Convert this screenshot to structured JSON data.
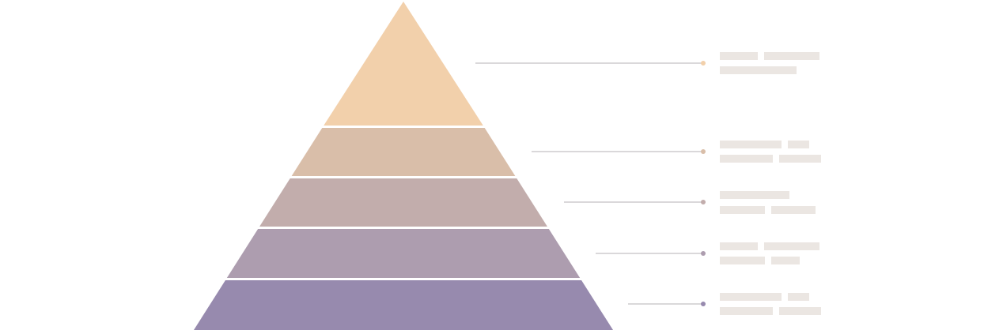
{
  "diagram": {
    "type": "pyramid",
    "tiers": [
      {
        "color": "#f2d0ab",
        "text_lines": 2
      },
      {
        "color": "#d9bea9",
        "text_lines": 2
      },
      {
        "color": "#c2adac",
        "text_lines": 2
      },
      {
        "color": "#ad9daf",
        "text_lines": 2
      },
      {
        "color": "#978aae",
        "text_lines": 2
      }
    ],
    "separator_color": "#ffffff",
    "leader_line_color": "#b5b0b5",
    "placeholder_color": "#ebe6e2"
  }
}
